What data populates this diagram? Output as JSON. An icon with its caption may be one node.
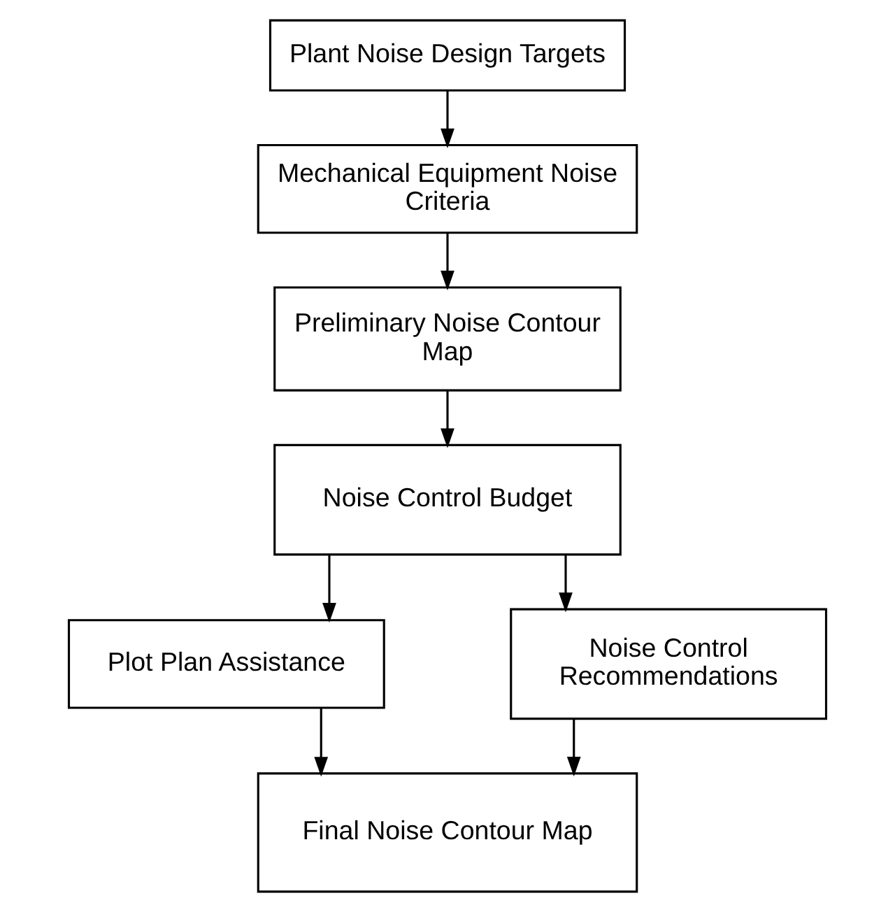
{
  "diagram": {
    "nodes": [
      {
        "text": [
          "Plant Noise Design Targets"
        ]
      },
      {
        "text": [
          "Mechanical Equipment Noise Criteria"
        ]
      },
      {
        "text": [
          "Preliminary Noise Contour Map"
        ]
      },
      {
        "text": [
          "Noise Control Budget"
        ]
      },
      {
        "text": [
          "Plot Plan Assistance"
        ]
      },
      {
        "text": [
          "Noise Control Recommendations"
        ]
      },
      {
        "text": [
          "Final Noise Contour Map"
        ]
      }
    ],
    "edges": [
      {
        "from": 0,
        "to": 1,
        "arrow": "to"
      },
      {
        "from": 1,
        "to": 2,
        "arrow": "to"
      },
      {
        "from": 2,
        "to": 3,
        "arrow": "to"
      },
      {
        "from": 3,
        "to": 4,
        "arrow": "to"
      },
      {
        "from": 3,
        "to": 5,
        "arrow": "to"
      },
      {
        "from": 4,
        "to": 6,
        "arrow": "to"
      },
      {
        "from": 5,
        "to": 6,
        "arrow": "to"
      }
    ]
  }
}
